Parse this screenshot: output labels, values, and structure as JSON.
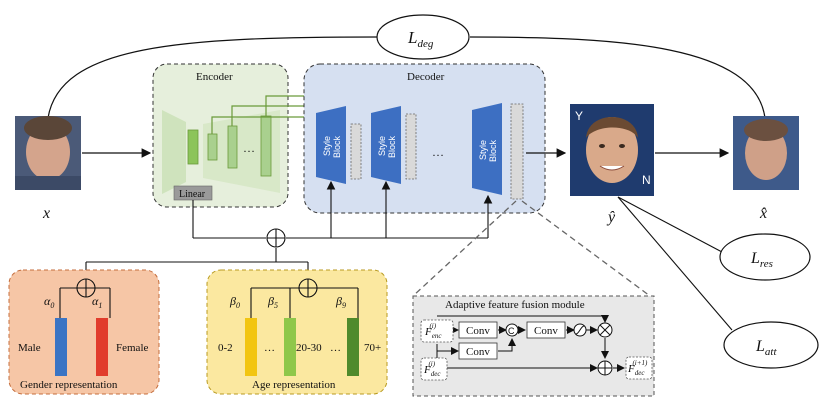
{
  "losses": {
    "deg": "L",
    "deg_sub": "deg",
    "res": "L",
    "res_sub": "res",
    "att": "L",
    "att_sub": "att"
  },
  "images": {
    "input_label": "x",
    "output_label": "ŷ",
    "degraded_label": "x̂"
  },
  "encoder": {
    "title": "Encoder",
    "linear_label": "Linear",
    "ellipsis": "…"
  },
  "decoder": {
    "title": "Decoder",
    "style_block_label_1": "Style",
    "style_block_label_2": "Block",
    "ellipsis": "…"
  },
  "gender": {
    "caption": "Gender representation",
    "alpha0": "α",
    "alpha0_sub": "0",
    "alpha1": "α",
    "alpha1_sub": "1",
    "male": "Male",
    "female": "Female"
  },
  "age": {
    "caption": "Age representation",
    "beta0": "β",
    "beta0_sub": "0",
    "beta5": "β",
    "beta5_sub": "5",
    "beta9": "β",
    "beta9_sub": "9",
    "label_0_2": "0-2",
    "label_20_30": "20-30",
    "label_70": "70+",
    "ellipsis": "…"
  },
  "fusion": {
    "title": "Adaptive feature fusion module",
    "conv": "Conv",
    "concat": "C",
    "f_enc": "F",
    "f_enc_sub": "enc",
    "f_enc_sup": "(i)",
    "f_dec": "F",
    "f_dec_sub": "dec",
    "f_dec_sup": "(i)",
    "f_out": "F",
    "f_out_sub": "dec",
    "f_out_sup": "(i+1)"
  },
  "colors": {
    "encoder_bg": "#e6efdc",
    "decoder_bg": "#d6e0f1",
    "gender_bg": "#f6c6a6",
    "age_bg": "#fbe8a0",
    "fusion_bg": "#e8e8e8",
    "style_block": "#3d6fc2",
    "encoder_green": "#a9d08e",
    "skip_green": "#6a9a3a",
    "male_bar": "#3a74c4",
    "female_bar": "#e13c2c",
    "age_yellow": "#f2c511",
    "age_green_light": "#8fc74a",
    "age_green_dark": "#4f8a2c"
  }
}
